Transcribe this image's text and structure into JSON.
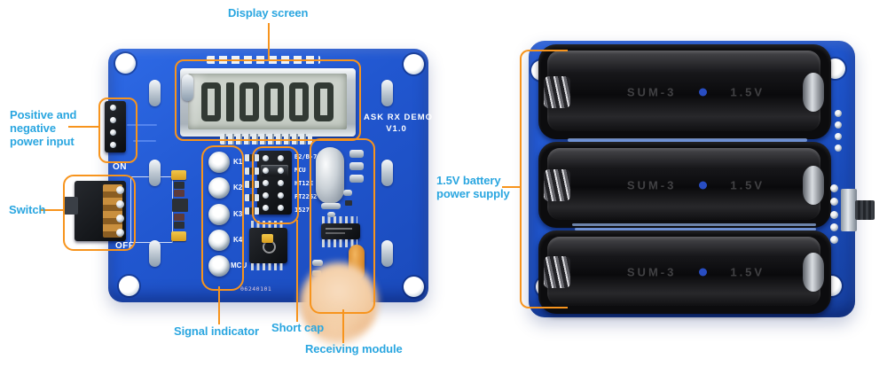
{
  "annotations": {
    "display_screen": "Display screen",
    "power_input": [
      "Positive and",
      "negative",
      "power input"
    ],
    "switch": "Switch",
    "signal_indicator": "Signal indicator",
    "short_cap": "Short cap",
    "receiving_module": "Receiving module",
    "battery": [
      "1.5V battery",
      "power supply"
    ]
  },
  "left_board": {
    "display_value": "010000",
    "title_line1": "ASK RX DEMO",
    "title_line2": "V1.0",
    "on_label": "ON",
    "off_label": "OFF",
    "serial": "06240101",
    "led_labels": [
      "K1",
      "K2",
      "K3",
      "K4",
      "MCU"
    ],
    "jumper_labels": [
      "B2/B-7",
      "MCU",
      "HT12E",
      "PT2262",
      "1527"
    ]
  },
  "right_board": {
    "battery_count": 3,
    "battery_text_left": "SUM-3",
    "battery_text_right": "1.5V"
  },
  "colors": {
    "annotation_orange": "#f7941d",
    "label_cyan": "#2aa6e0",
    "pcb_blue": "#2157d0",
    "lcd_digit": "#323a34",
    "battery_dot_blue": "#2b54d6"
  }
}
